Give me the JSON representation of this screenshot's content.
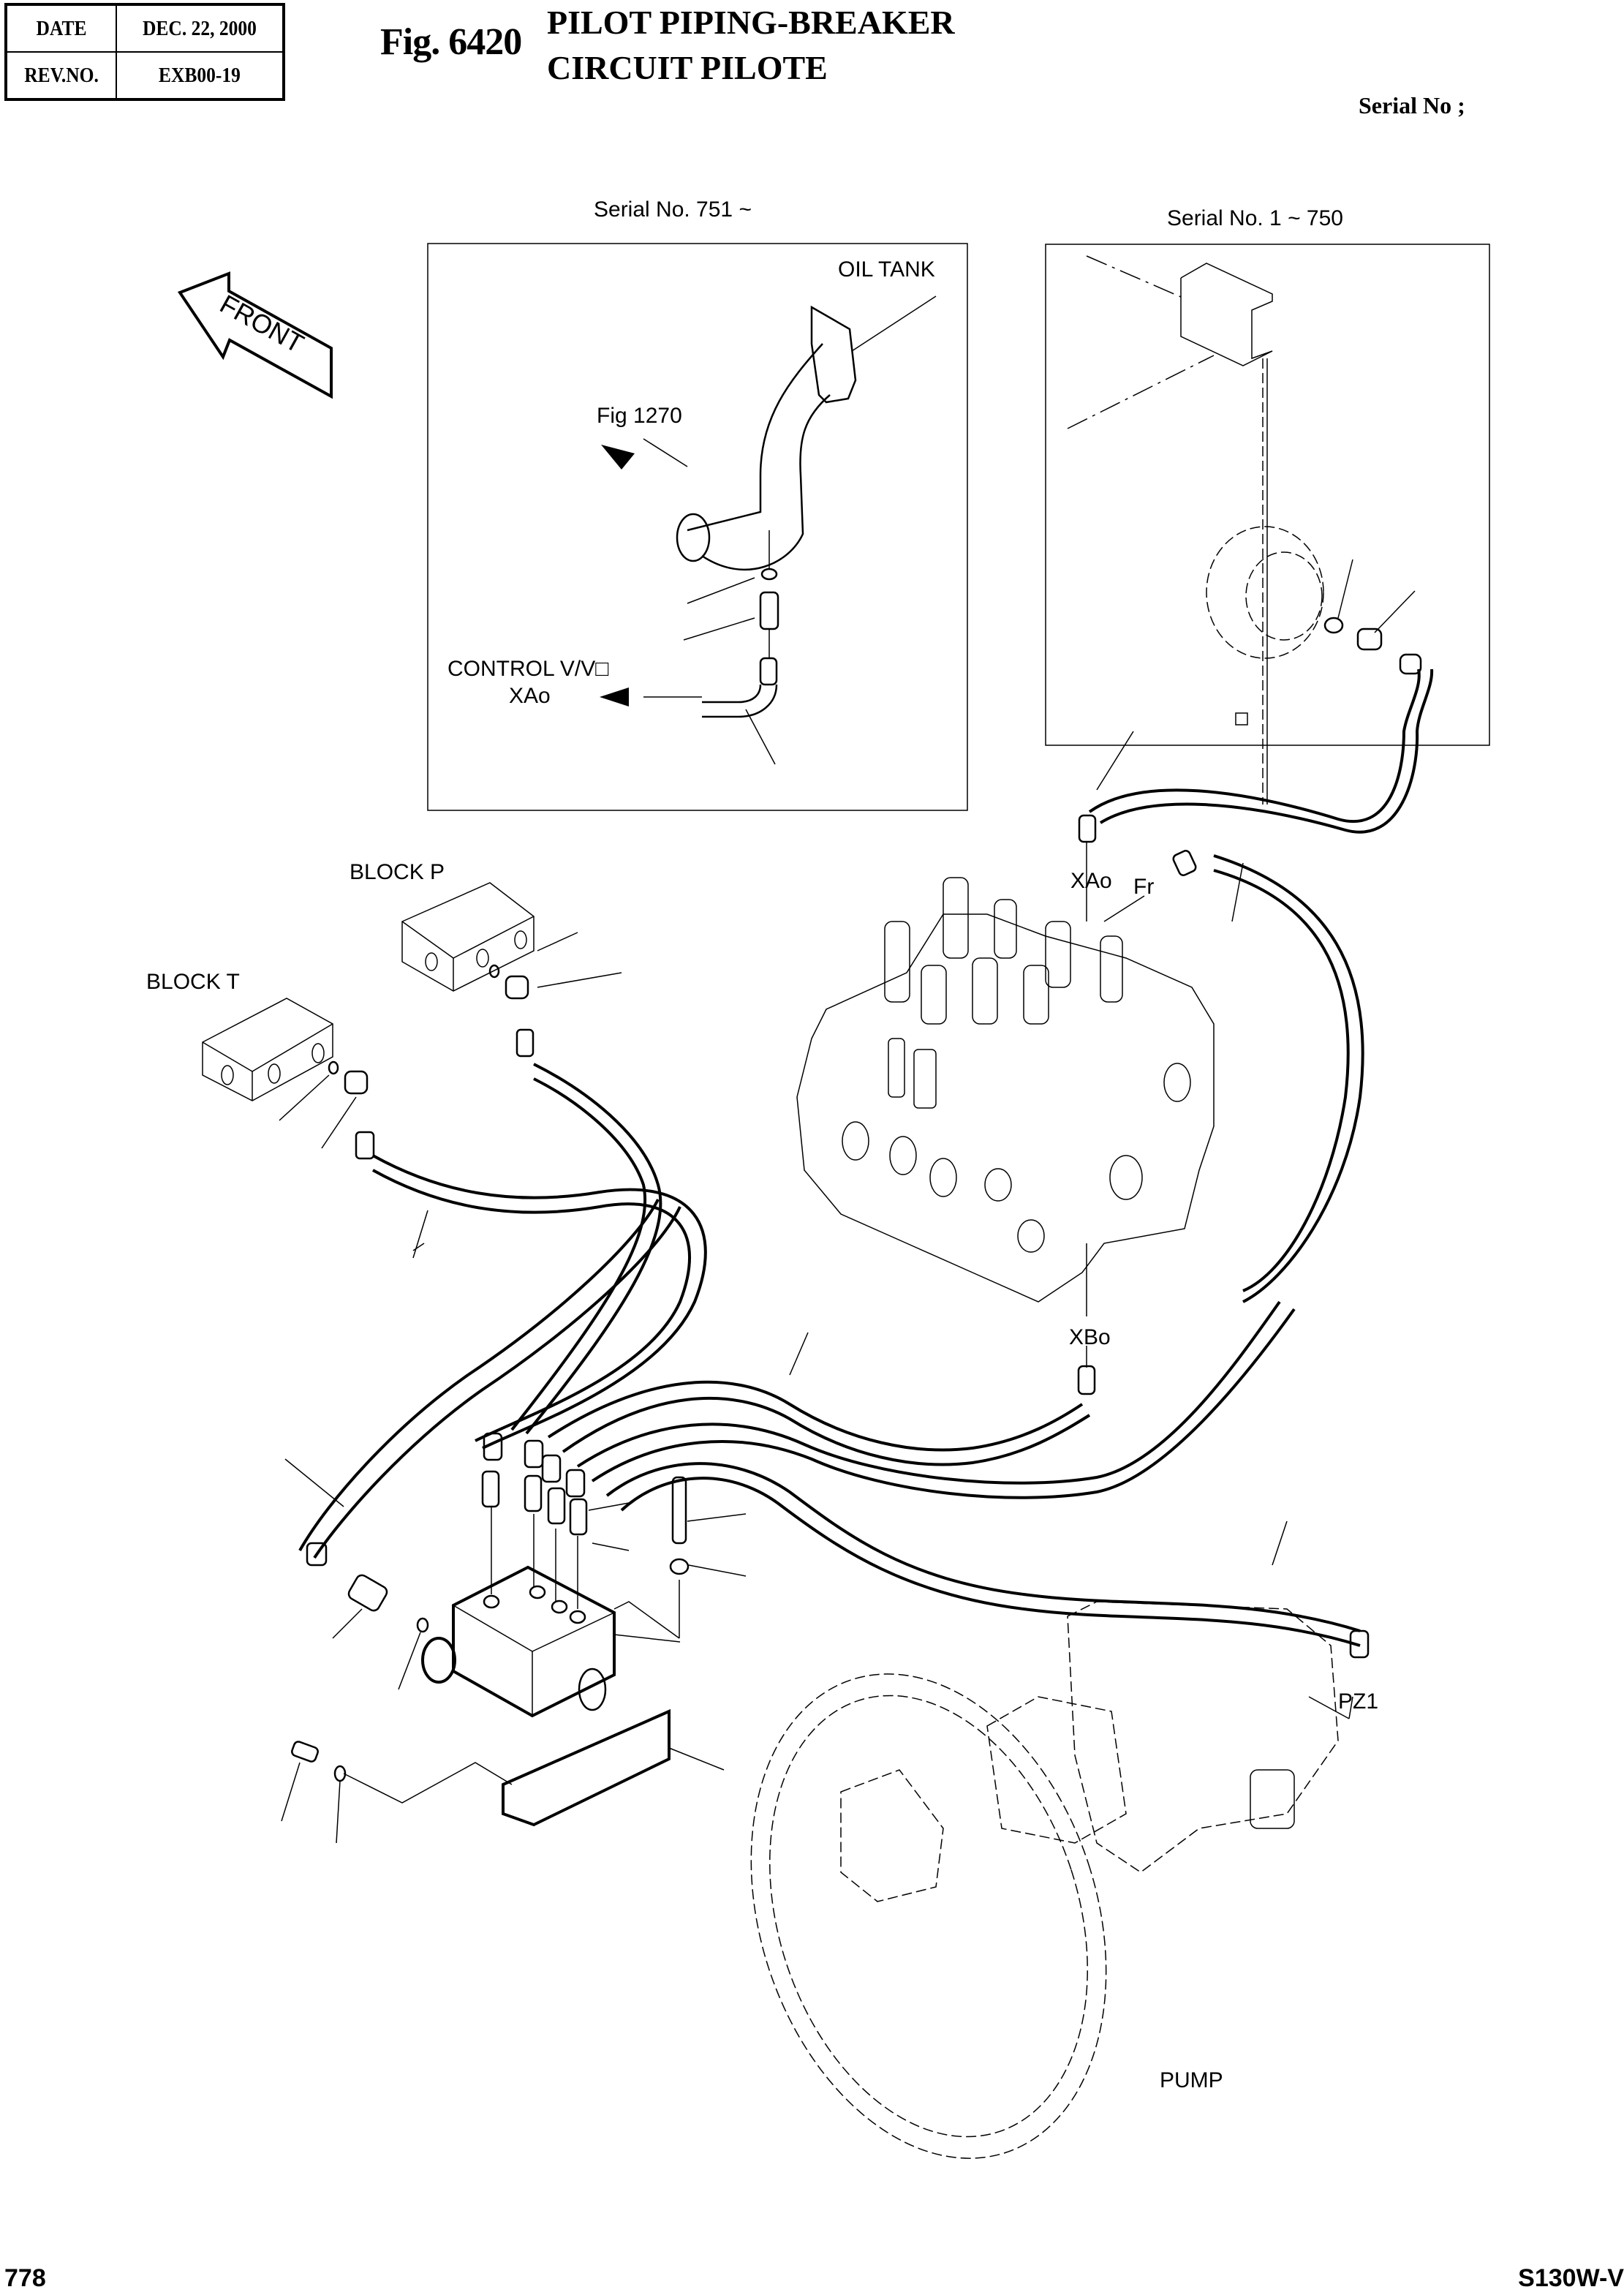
{
  "header": {
    "date_label": "DATE",
    "date_value": "DEC. 22, 2000",
    "rev_label": "REV.NO.",
    "rev_value": "EXB00-19",
    "figure_number": "Fig. 6420",
    "title_line1": "PILOT PIPING-BREAKER",
    "title_line2": "CIRCUIT PILOTE",
    "serial_label": "Serial No ;"
  },
  "insets": [
    {
      "caption": "Serial No. 751 ~",
      "labels": {
        "oil_tank": "OIL TANK",
        "fig_ref": "Fig 1270",
        "control_valve": "CONTROL V/V□",
        "port": "XAo"
      }
    },
    {
      "caption": "Serial No. 1 ~ 750"
    }
  ],
  "direction_indicator": "FRONT",
  "labels": {
    "block_p": "BLOCK P",
    "block_t": "BLOCK T",
    "port_xao": "XAo",
    "port_fr": "Fr",
    "port_xbo": "XBo",
    "port_pz1": "PZ1",
    "pump": "PUMP"
  },
  "footer": {
    "page_number": "778",
    "model": "S130W-V"
  }
}
